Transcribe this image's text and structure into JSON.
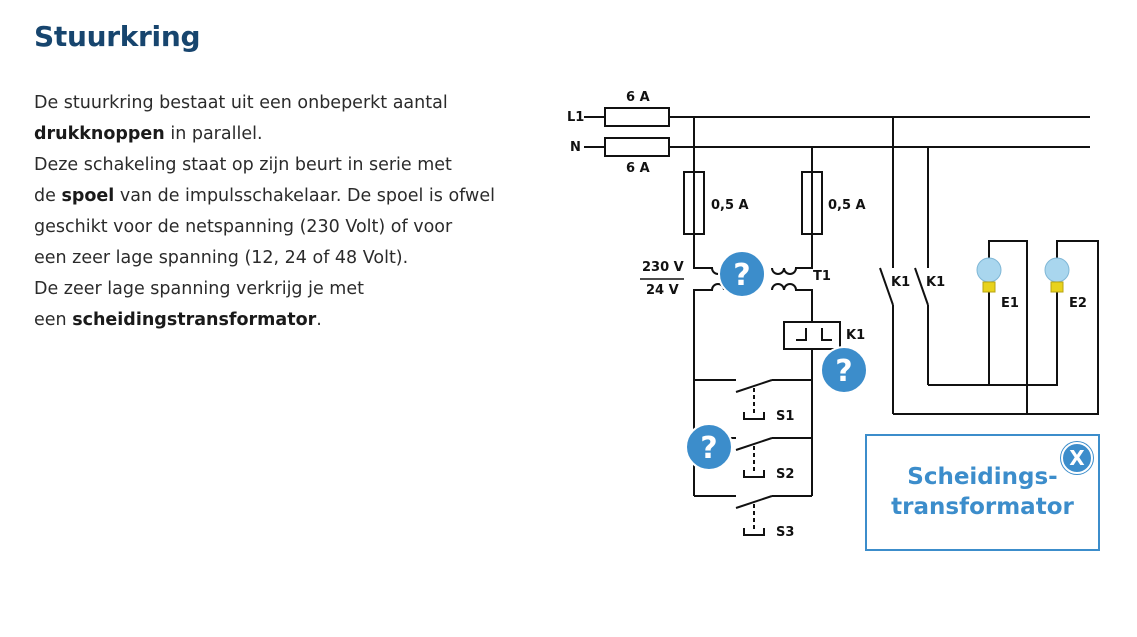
{
  "page": {
    "title": "Stuurkring",
    "intro": [
      {
        "text": "De stuurkring bestaat uit een onbeperkt aantal",
        "bold": false
      },
      {
        "br": true
      },
      {
        "text": "drukknoppen",
        "bold": true
      },
      {
        "text": " in parallel.",
        "bold": false
      },
      {
        "br": true
      },
      {
        "text": "Deze schakeling staat op zijn beurt in serie met",
        "bold": false
      },
      {
        "br": true
      },
      {
        "text": "de ",
        "bold": false
      },
      {
        "text": "spoel",
        "bold": true
      },
      {
        "text": " van de impulsschakelaar. De spoel is ofwel",
        "bold": false
      },
      {
        "br": true
      },
      {
        "text": "geschikt voor de netspanning (230 Volt) of voor",
        "bold": false
      },
      {
        "br": true
      },
      {
        "text": "een zeer lage spanning (12, 24 of 48 Volt).",
        "bold": false
      },
      {
        "br": true
      },
      {
        "text": "De zeer lage spanning verkrijg je met",
        "bold": false
      },
      {
        "br": true
      },
      {
        "text": "een ",
        "bold": false
      },
      {
        "text": "scheidingstransformator",
        "bold": true
      },
      {
        "text": ".",
        "bold": false
      }
    ]
  },
  "diagram": {
    "line_l1": "L1",
    "line_n": "N",
    "fuse_main_top": "6 A",
    "fuse_main_bottom": "6 A",
    "fuse_left": "0,5 A",
    "fuse_right": "0,5 A",
    "voltage_primary": "230 V",
    "voltage_secondary": "24 V",
    "transformer": "T1",
    "coil": "K1",
    "contact_1": "K1",
    "contact_2": "K1",
    "lamp_1": "E1",
    "lamp_2": "E2",
    "switch_1": "S1",
    "switch_2": "S2",
    "switch_3": "S3",
    "help_glyph": "?",
    "colors": {
      "accent": "#3c8dcb",
      "title": "#17456e",
      "bulb": "#a9d6ee",
      "bulb_base": "#e8d21c"
    }
  },
  "popup": {
    "text_line1": "Scheidings-",
    "text_line2": "transformator",
    "close_glyph": "X"
  }
}
